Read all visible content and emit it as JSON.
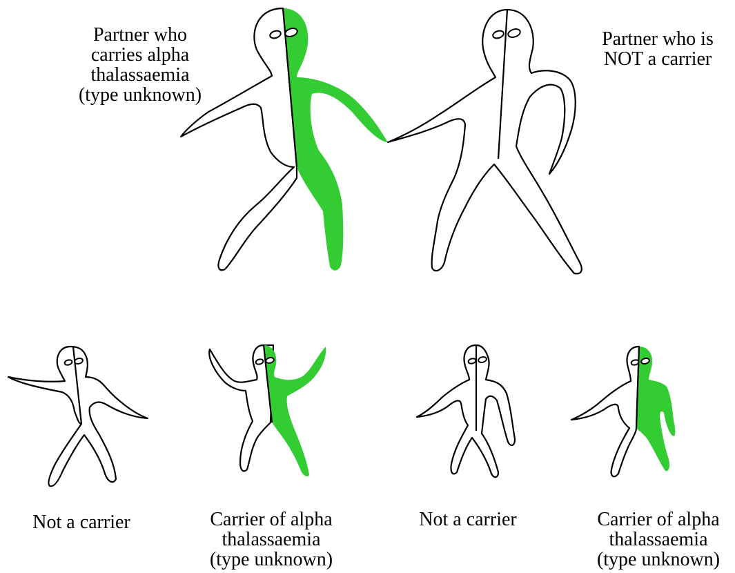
{
  "colors": {
    "carrier": "#33cc33",
    "outline": "#000000",
    "background": "#ffffff"
  },
  "parents": {
    "carrier_partner": {
      "lines": [
        "Partner who",
        "carries alpha",
        "thalassaemia",
        "(type unknown)"
      ]
    },
    "noncarrier_partner": {
      "lines": [
        "Partner who is",
        "NOT a carrier"
      ]
    }
  },
  "children": [
    {
      "lines": [
        "Not a carrier"
      ]
    },
    {
      "lines": [
        "Carrier of alpha",
        "thalassaemia",
        "(type unknown)"
      ]
    },
    {
      "lines": [
        "Not a carrier"
      ]
    },
    {
      "lines": [
        "Carrier of alpha",
        "thalassaemia",
        "(type unknown)"
      ]
    }
  ]
}
